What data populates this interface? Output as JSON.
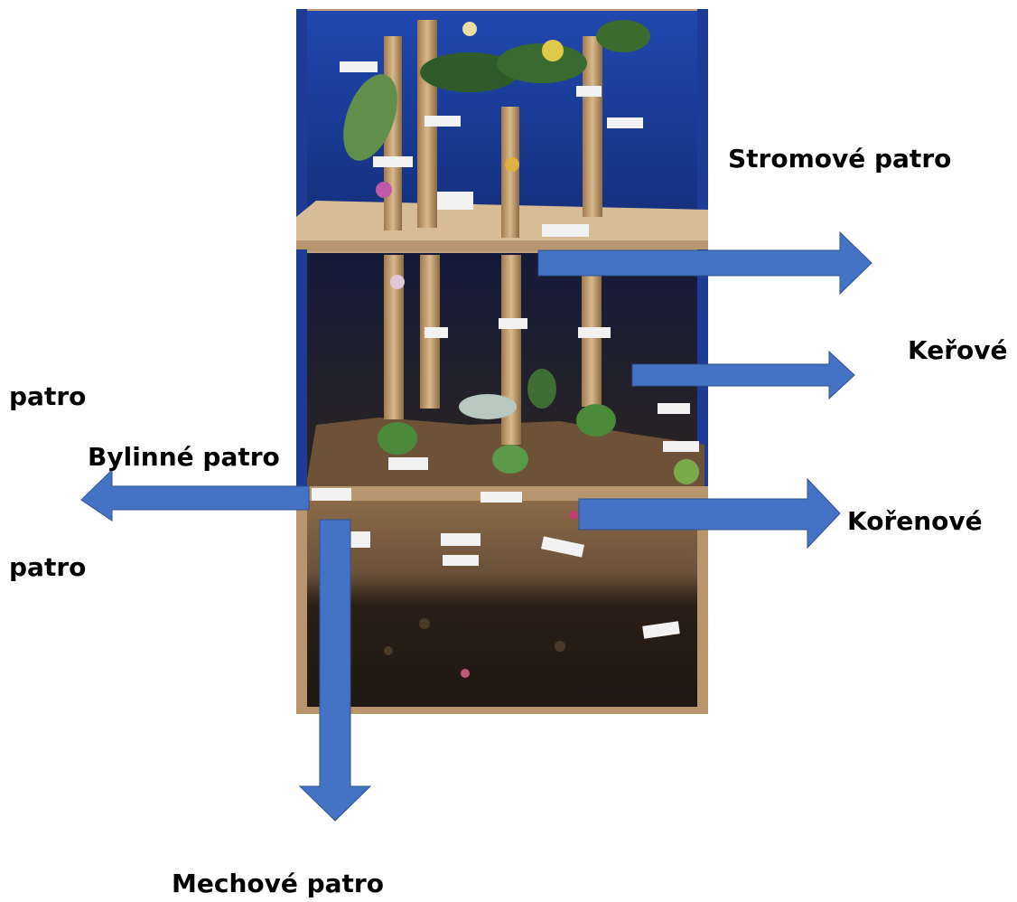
{
  "labels": {
    "stromove": "Stromové patro",
    "kerove": "Keřové",
    "patro_1": "patro",
    "bylinne": "Bylinné patro",
    "korenove": "Kořenové",
    "patro_2": "patro",
    "mechove": "Mechové patro"
  },
  "colors": {
    "arrow_fill": "#4472C4",
    "arrow_stroke": "#2F528F",
    "box_blue": "#1f3d9a",
    "cardboard": "#c9ab82",
    "soil": "#2a1d12"
  },
  "icons": {
    "photo": "forest-diorama-photo",
    "arrows": [
      "arrow-right",
      "arrow-right",
      "arrow-left",
      "arrow-right",
      "arrow-down"
    ]
  }
}
